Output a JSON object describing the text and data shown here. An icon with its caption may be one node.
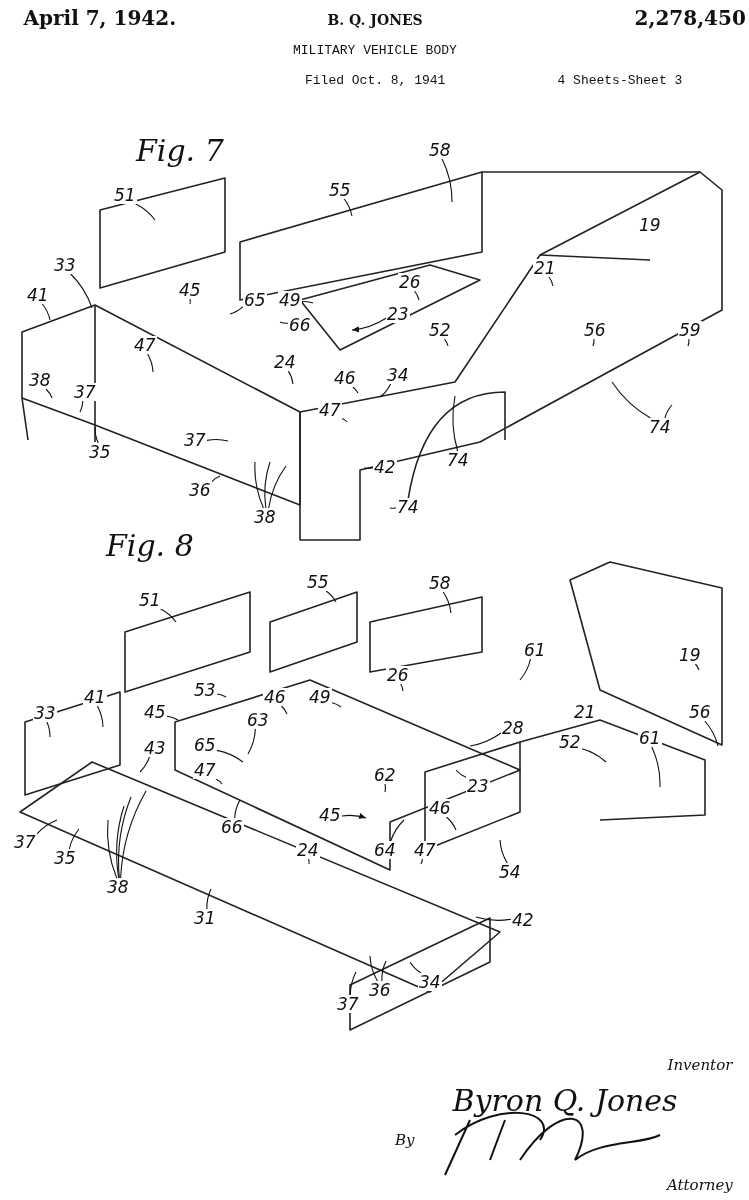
{
  "diagram": {
    "nodes": [
      {
        "text": [
          "51"
        ]
      },
      {
        "text": [
          "55"
        ]
      },
      {
        "text": [
          "58"
        ]
      },
      {
        "text": [
          "33"
        ]
      },
      {
        "text": [
          "41"
        ]
      },
      {
        "text": [
          "45"
        ]
      },
      {
        "text": [
          "65"
        ]
      },
      {
        "text": [
          "49"
        ]
      },
      {
        "text": [
          "66"
        ]
      },
      {
        "text": [
          "26"
        ]
      },
      {
        "text": [
          "23"
        ]
      },
      {
        "text": [
          "21"
        ]
      },
      {
        "text": [
          "52"
        ]
      },
      {
        "text": [
          "56"
        ]
      },
      {
        "text": [
          "59"
        ]
      },
      {
        "text": [
          "47"
        ]
      },
      {
        "text": [
          "24"
        ]
      },
      {
        "text": [
          "46"
        ]
      },
      {
        "text": [
          "34"
        ]
      },
      {
        "text": [
          "38"
        ]
      },
      {
        "text": [
          "37"
        ]
      },
      {
        "text": [
          "47"
        ]
      },
      {
        "text": [
          "74"
        ]
      },
      {
        "text": [
          "74"
        ]
      },
      {
        "text": [
          "35"
        ]
      },
      {
        "text": [
          "37"
        ]
      },
      {
        "text": [
          "42"
        ]
      },
      {
        "text": [
          "36"
        ]
      },
      {
        "text": [
          "38"
        ]
      },
      {
        "text": [
          "74"
        ]
      },
      {
        "text": [
          "51"
        ]
      },
      {
        "text": [
          "55"
        ]
      },
      {
        "text": [
          "58"
        ]
      },
      {
        "text": [
          "61"
        ]
      },
      {
        "text": [
          "19"
        ]
      },
      {
        "text": [
          "53"
        ]
      },
      {
        "text": [
          "46"
        ]
      },
      {
        "text": [
          "49"
        ]
      },
      {
        "text": [
          "26"
        ]
      },
      {
        "text": [
          "56"
        ]
      },
      {
        "text": [
          "33"
        ]
      },
      {
        "text": [
          "41"
        ]
      },
      {
        "text": [
          "45"
        ]
      },
      {
        "text": [
          "63"
        ]
      },
      {
        "text": [
          "43"
        ]
      },
      {
        "text": [
          "28"
        ]
      },
      {
        "text": [
          "65"
        ]
      },
      {
        "text": [
          "47"
        ]
      },
      {
        "text": [
          "61"
        ]
      },
      {
        "text": [
          "52"
        ]
      },
      {
        "text": [
          "62"
        ]
      },
      {
        "text": [
          "23"
        ]
      },
      {
        "text": [
          "46"
        ]
      },
      {
        "text": [
          "45"
        ]
      },
      {
        "text": [
          "64"
        ]
      },
      {
        "text": [
          "47"
        ]
      },
      {
        "text": [
          "37"
        ]
      },
      {
        "text": [
          "35"
        ]
      },
      {
        "text": [
          "66"
        ]
      },
      {
        "text": [
          "24"
        ]
      },
      {
        "text": [
          "38"
        ]
      },
      {
        "text": [
          "54"
        ]
      },
      {
        "text": [
          "31"
        ]
      },
      {
        "text": [
          "42"
        ]
      },
      {
        "text": [
          "36"
        ]
      },
      {
        "text": [
          "34"
        ]
      },
      {
        "text": [
          "37"
        ]
      }
    ],
    "edges": [
      {
        "from": 0,
        "to": null,
        "arrow": "none"
      },
      {
        "from": 1,
        "to": null,
        "arrow": "none"
      },
      {
        "from": 2,
        "to": null,
        "arrow": "none"
      },
      {
        "from": 3,
        "to": null,
        "arrow": "none"
      },
      {
        "from": 4,
        "to": null,
        "arrow": "none"
      },
      {
        "from": 5,
        "to": null,
        "arrow": "none"
      },
      {
        "from": 6,
        "to": null,
        "arrow": "none"
      },
      {
        "from": 7,
        "to": null,
        "arrow": "none"
      },
      {
        "from": 8,
        "to": null,
        "arrow": "none"
      },
      {
        "from": 9,
        "to": null,
        "arrow": "none"
      },
      {
        "from": 10,
        "to": null,
        "arrow": "to"
      },
      {
        "from": 11,
        "to": null,
        "arrow": "none"
      },
      {
        "from": 12,
        "to": null,
        "arrow": "none"
      },
      {
        "from": 13,
        "to": null,
        "arrow": "none"
      },
      {
        "from": 14,
        "to": null,
        "arrow": "none"
      },
      {
        "from": 15,
        "to": null,
        "arrow": "none"
      },
      {
        "from": 16,
        "to": null,
        "arrow": "none"
      },
      {
        "from": 17,
        "to": null,
        "arrow": "none"
      },
      {
        "from": 18,
        "to": null,
        "arrow": "none"
      },
      {
        "from": 19,
        "to": null,
        "arrow": "none"
      },
      {
        "from": 20,
        "to": null,
        "arrow": "none"
      },
      {
        "from": 21,
        "to": null,
        "arrow": "none"
      },
      {
        "from": 22,
        "to": null,
        "arrow": "none"
      },
      {
        "from": 23,
        "to": null,
        "arrow": "none"
      },
      {
        "from": 23,
        "to": null,
        "arrow": "none"
      },
      {
        "from": 24,
        "to": null,
        "arrow": "none"
      },
      {
        "from": 25,
        "to": null,
        "arrow": "none"
      },
      {
        "from": 26,
        "to": null,
        "arrow": "none"
      },
      {
        "from": 27,
        "to": null,
        "arrow": "none"
      },
      {
        "from": 28,
        "to": null,
        "arrow": "none"
      },
      {
        "from": 28,
        "to": null,
        "arrow": "none"
      },
      {
        "from": 28,
        "to": null,
        "arrow": "none"
      },
      {
        "from": 29,
        "to": null,
        "arrow": "none"
      },
      {
        "from": 30,
        "to": null,
        "arrow": "none"
      },
      {
        "from": 31,
        "to": null,
        "arrow": "none"
      },
      {
        "from": 32,
        "to": null,
        "arrow": "none"
      },
      {
        "from": 33,
        "to": null,
        "arrow": "none"
      },
      {
        "from": 34,
        "to": null,
        "arrow": "none"
      },
      {
        "from": 35,
        "to": null,
        "arrow": "none"
      },
      {
        "from": 36,
        "to": null,
        "arrow": "none"
      },
      {
        "from": 37,
        "to": null,
        "arrow": "none"
      },
      {
        "from": 38,
        "to": null,
        "arrow": "none"
      },
      {
        "from": 39,
        "to": null,
        "arrow": "none"
      },
      {
        "from": 40,
        "to": null,
        "arrow": "none"
      },
      {
        "from": 41,
        "to": null,
        "arrow": "none"
      },
      {
        "from": 42,
        "to": null,
        "arrow": "none"
      },
      {
        "from": 43,
        "to": null,
        "arrow": "none"
      },
      {
        "from": 44,
        "to": null,
        "arrow": "none"
      },
      {
        "from": 45,
        "to": null,
        "arrow": "none"
      },
      {
        "from": 46,
        "to": null,
        "arrow": "none"
      },
      {
        "from": 47,
        "to": null,
        "arrow": "none"
      },
      {
        "from": 48,
        "to": null,
        "arrow": "none"
      },
      {
        "from": 49,
        "to": null,
        "arrow": "none"
      },
      {
        "from": 50,
        "to": null,
        "arrow": "none"
      },
      {
        "from": 51,
        "to": null,
        "arrow": "none"
      },
      {
        "from": 52,
        "to": null,
        "arrow": "none"
      },
      {
        "from": 53,
        "to": null,
        "arrow": "to"
      },
      {
        "from": 54,
        "to": null,
        "arrow": "none"
      },
      {
        "from": 55,
        "to": null,
        "arrow": "none"
      },
      {
        "from": 56,
        "to": null,
        "arrow": "none"
      },
      {
        "from": 57,
        "to": null,
        "arrow": "none"
      },
      {
        "from": 58,
        "to": null,
        "arrow": "none"
      },
      {
        "from": 59,
        "to": null,
        "arrow": "none"
      },
      {
        "from": 60,
        "to": null,
        "arrow": "none"
      },
      {
        "from": 60,
        "to": null,
        "arrow": "none"
      },
      {
        "from": 60,
        "to": null,
        "arrow": "none"
      },
      {
        "from": 60,
        "to": null,
        "arrow": "none"
      },
      {
        "from": 61,
        "to": null,
        "arrow": "none"
      },
      {
        "from": 62,
        "to": null,
        "arrow": "none"
      },
      {
        "from": 63,
        "to": null,
        "arrow": "none"
      },
      {
        "from": 64,
        "to": null,
        "arrow": "none"
      },
      {
        "from": 64,
        "to": null,
        "arrow": "none"
      },
      {
        "from": 65,
        "to": null,
        "arrow": "none"
      },
      {
        "from": 66,
        "to": null,
        "arrow": "none"
      }
    ],
    "labels": [
      "April 7, 1942.",
      "B. Q. JONES",
      "2,278,450",
      "MILITARY VEHICLE BODY",
      "Filed Oct. 8, 1941",
      "4 Sheets-Sheet 3",
      "Fig. 7",
      "19",
      "Fig. 8",
      "21",
      "Inventor",
      "Byron Q. Jones",
      "By",
      "Attorney"
    ]
  }
}
